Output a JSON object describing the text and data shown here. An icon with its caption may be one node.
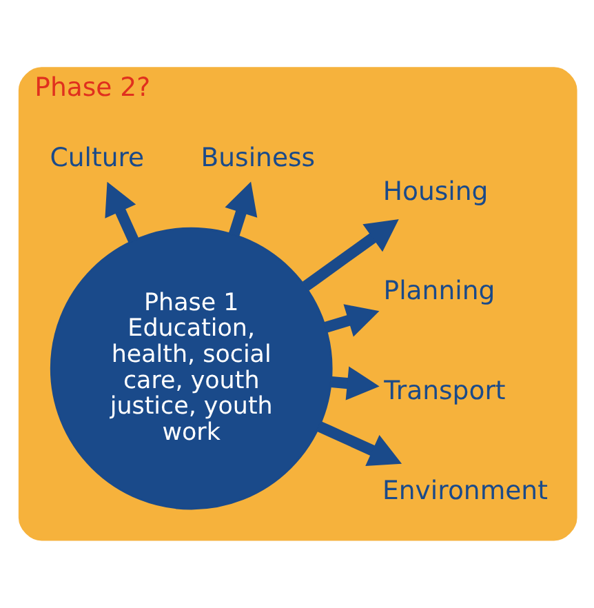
{
  "diagram": {
    "nodes": [
      {
        "text": [
          "Phase 2?"
        ]
      },
      {
        "text": [
          "Transport"
        ],
        "in": 0
      },
      {
        "text": [
          "Environment"
        ],
        "in": 0
      },
      {
        "text": [
          "Planning"
        ],
        "in": 0
      },
      {
        "text": [
          "Phase 1",
          "Education, health, social care, youth justice, youth work"
        ],
        "in": 0
      },
      {
        "text": [
          "Housing"
        ],
        "in": 0
      },
      {
        "text": [
          "Business"
        ],
        "in": 0
      },
      {
        "text": [
          "Culture"
        ],
        "in": 0
      }
    ],
    "edges": [
      {
        "from": 4,
        "to": 1,
        "arrow": "to"
      },
      {
        "from": 4,
        "to": 2,
        "arrow": "to"
      },
      {
        "from": 4,
        "to": 3,
        "arrow": "to"
      },
      {
        "from": 4,
        "to": 5,
        "arrow": "to"
      },
      {
        "from": 4,
        "to": 6,
        "arrow": "to"
      },
      {
        "from": 4,
        "to": 7,
        "arrow": "to"
      }
    ]
  }
}
